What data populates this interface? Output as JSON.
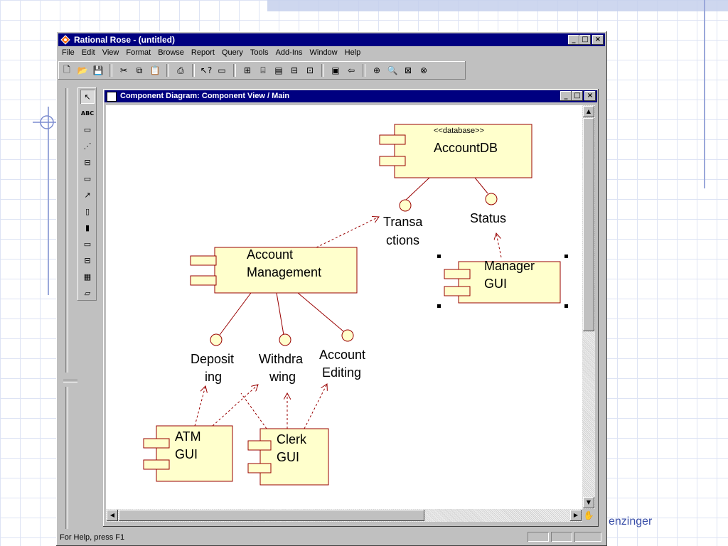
{
  "app": {
    "title": "Rational Rose - (untitled)",
    "window_buttons": [
      "_",
      "□",
      "×"
    ]
  },
  "menu": [
    "File",
    "Edit",
    "View",
    "Format",
    "Browse",
    "Report",
    "Query",
    "Tools",
    "Add-Ins",
    "Window",
    "Help"
  ],
  "toolbar": {
    "icons": [
      "new-icon",
      "open-icon",
      "save-icon",
      "cut-icon",
      "copy-icon",
      "paste-icon",
      "print-icon",
      "context-help-icon",
      "view-documentation-icon",
      "browse-class-diagram-icon",
      "browse-interaction-diagram-icon",
      "browse-component-diagram-icon",
      "browse-deployment-diagram-icon",
      "browse-parent-icon",
      "browse-previous-diagram-icon",
      "zoom-to-selection-icon",
      "zoom-in-icon",
      "zoom-out-icon",
      "fit-in-window-icon",
      "undo-fit-in-window-icon"
    ]
  },
  "tools": {
    "selection_label": "ABC",
    "icons": [
      "selection-tool-icon",
      "text-tool-icon",
      "note-tool-icon",
      "anchor-note-tool-icon",
      "package-tool-icon",
      "component-tool-icon",
      "dependency-tool-icon",
      "subprogram-spec-tool-icon",
      "subprogram-body-tool-icon",
      "main-program-tool-icon",
      "package-spec-tool-icon",
      "package-body-tool-icon",
      "task-spec-tool-icon",
      "task-body-tool-icon"
    ]
  },
  "document": {
    "title": "Component Diagram: Component View / Main",
    "window_buttons": [
      "_",
      "□",
      "×"
    ]
  },
  "diagram": {
    "components": {
      "accountdb": {
        "stereotype": "<<database>>",
        "name": "AccountDB"
      },
      "account_management": {
        "line1": "Account",
        "line2": "Management"
      },
      "manager_gui": {
        "line1": "Manager",
        "line2": "GUI"
      },
      "atm_gui": {
        "line1": "ATM",
        "line2": "GUI"
      },
      "clerk_gui": {
        "line1": "Clerk",
        "line2": "GUI"
      }
    },
    "interfaces": {
      "transactions": {
        "line1": "Transa",
        "line2": "ctions"
      },
      "status": {
        "line1": "Status"
      },
      "depositing": {
        "line1": "Deposit",
        "line2": "ing"
      },
      "withdrawing": {
        "line1": "Withdra",
        "line2": "wing"
      },
      "account_editing": {
        "line1": "Account",
        "line2": "Editing"
      }
    },
    "colors": {
      "component_fill": "#ffffcc",
      "line": "#990000"
    }
  },
  "status": {
    "help_text": "For Help, press F1"
  },
  "slide": {
    "footer_fragment": "enzinger"
  }
}
